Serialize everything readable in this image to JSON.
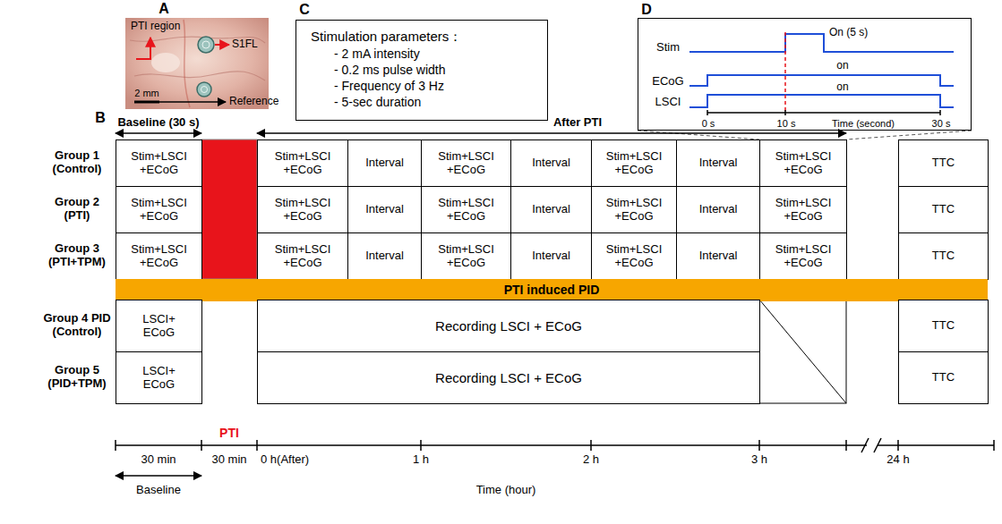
{
  "diagram": {
    "nodes": [
      {
        "text": [
          "Stimulation parameters：",
          "- 2 mA intensity",
          "- 0.2 ms pulse width",
          "- Frequency of 3 Hz",
          "- 5-sec duration"
        ]
      },
      {
        "text": [
          "Stim",
          "On (5 s)",
          "on",
          "ECoG",
          "on",
          "LSCI",
          "0 s",
          "10 s",
          "Time (second)",
          "30 s"
        ]
      },
      {
        "text": [
          "Stim+LSCI +ECoG"
        ]
      },
      {
        "text": [
          "Stim+LSCI +ECoG"
        ]
      },
      {
        "text": [
          "Interval"
        ]
      },
      {
        "text": [
          "Stim+LSCI +ECoG"
        ]
      },
      {
        "text": [
          "Interval"
        ]
      },
      {
        "text": [
          "Stim+LSCI +ECoG"
        ]
      },
      {
        "text": [
          "Interval"
        ]
      },
      {
        "text": [
          "Stim+LSCI +ECoG"
        ]
      },
      {
        "text": [
          "TTC"
        ]
      },
      {
        "text": [
          "Stim+LSCI +ECoG"
        ]
      },
      {
        "text": [
          "Stim+LSCI +ECoG"
        ]
      },
      {
        "text": [
          "Interval"
        ]
      },
      {
        "text": [
          "Stim+LSCI +ECoG"
        ]
      },
      {
        "text": [
          "Interval"
        ]
      },
      {
        "text": [
          "Stim+LSCI +ECoG"
        ]
      },
      {
        "text": [
          "Interval"
        ]
      },
      {
        "text": [
          "Stim+LSCI +ECoG"
        ]
      },
      {
        "text": [
          "TTC"
        ]
      },
      {
        "text": [
          "Stim+LSCI +ECoG"
        ]
      },
      {
        "text": [
          "Stim+LSCI +ECoG"
        ]
      },
      {
        "text": [
          "Interval"
        ]
      },
      {
        "text": [
          "Stim+LSCI +ECoG"
        ]
      },
      {
        "text": [
          "Interval"
        ]
      },
      {
        "text": [
          "Stim+LSCI +ECoG"
        ]
      },
      {
        "text": [
          "Interval"
        ]
      },
      {
        "text": [
          "Stim+LSCI +ECoG"
        ]
      },
      {
        "text": [
          "TTC"
        ]
      },
      {
        "text": [
          "PTI induced PID"
        ]
      },
      {
        "text": [
          "LSCI+ ECoG"
        ]
      },
      {
        "text": [
          "Recording LSCI + ECoG"
        ]
      },
      {
        "text": [
          "TTC"
        ]
      },
      {
        "text": [
          "LSCI+ ECoG"
        ]
      },
      {
        "text": [
          "Recording LSCI + ECoG"
        ]
      },
      {
        "text": [
          "TTC"
        ]
      }
    ],
    "labels": [
      "A",
      "PTI region",
      "S1FL",
      "2 mm",
      "Reference",
      "C",
      "D",
      "B",
      "Baseline (30 s)",
      "After PTI",
      "Group 1 (Control)",
      "Group 2 (PTI)",
      "Group 3 (PTI+TPM)",
      "Group 4 PID (Control)",
      "Group 5 (PID+TPM)",
      "PTI",
      "30 min",
      "30 min",
      "0 h(After)",
      "1 h",
      "2 h",
      "3 h",
      "24 h",
      "Baseline",
      "Time (hour)"
    ]
  }
}
